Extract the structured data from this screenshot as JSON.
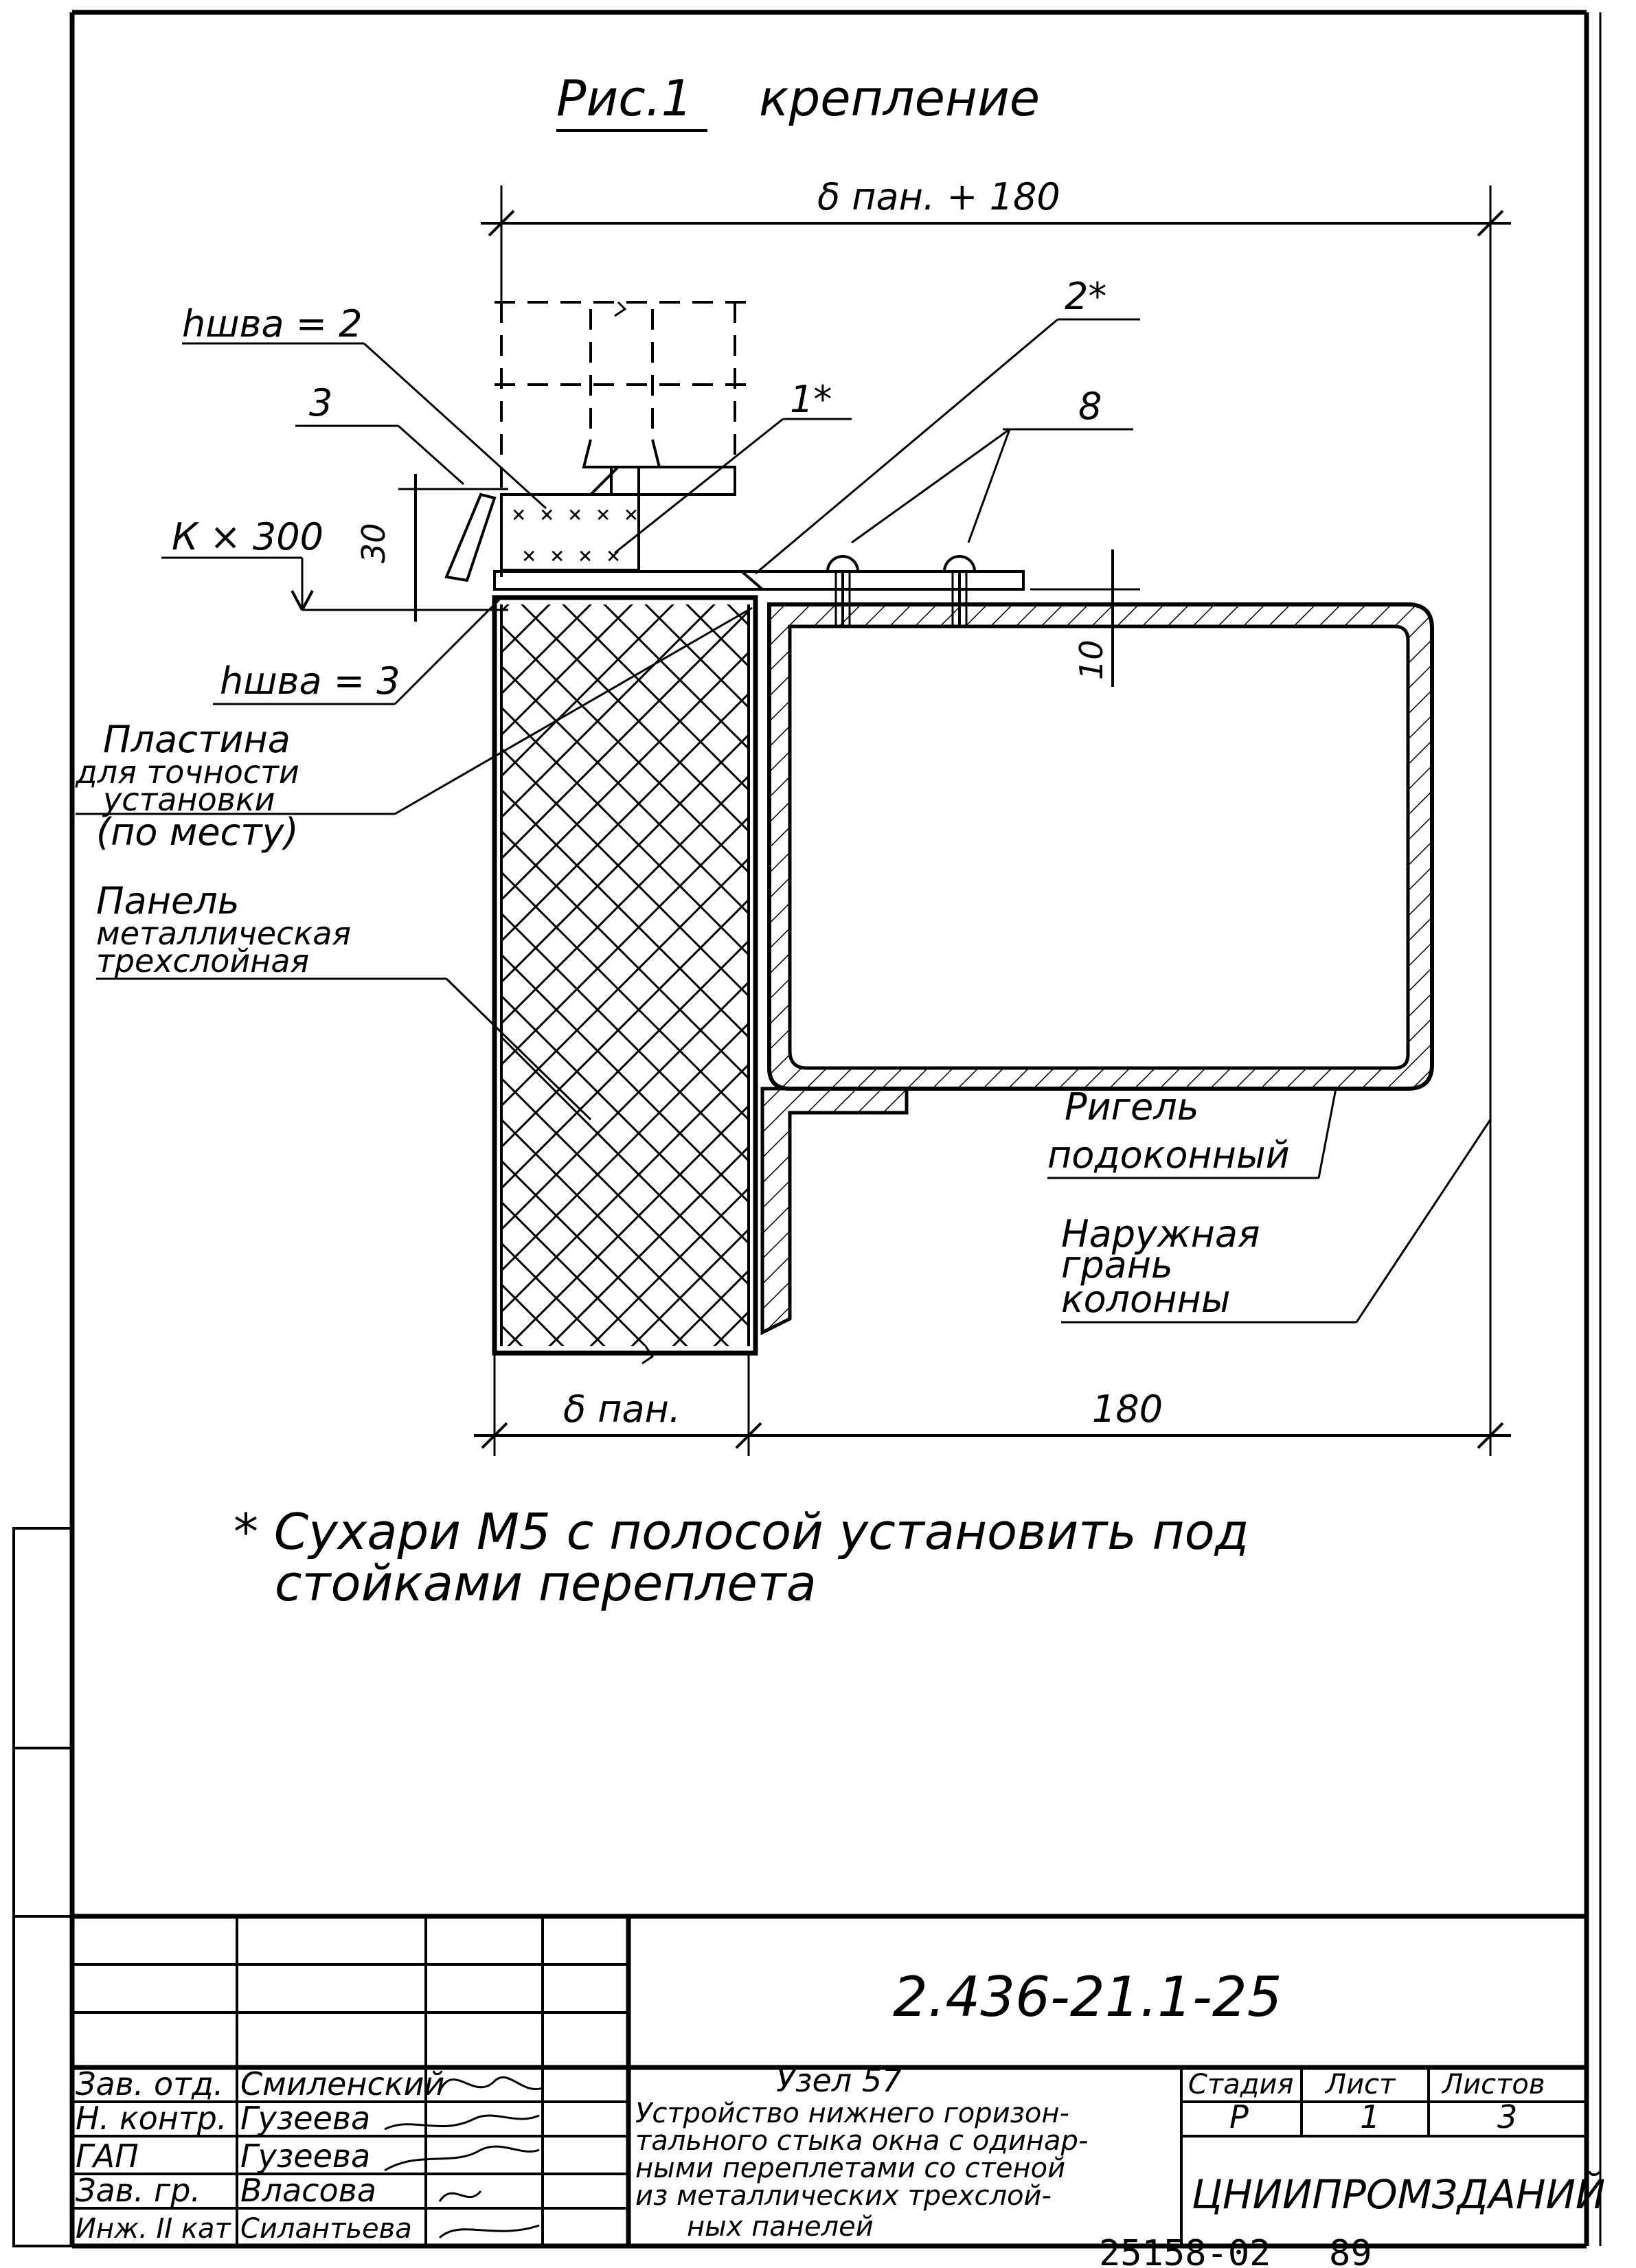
{
  "drawing": {
    "title": "Рис.1",
    "subtitle": "крепление",
    "dims": {
      "top_total": "δ пан. + 180",
      "bottom_panel": "δ пан.",
      "bottom_right": "180",
      "height_30": "30",
      "height_10": "10"
    },
    "labels": {
      "weld_top": "hшва = 2",
      "item_3": "3",
      "item_1": "1*",
      "item_2": "2*",
      "item_8": "8",
      "k300": "К × 300",
      "weld_bottom": "hшва = 3",
      "plate_l1": "Пластина",
      "plate_l2": "для точности",
      "plate_l3": "установки",
      "plate_l4": "(по месту)",
      "panel_l1": "Панель",
      "panel_l2": "металлическая",
      "panel_l3": "трехслойная",
      "rigel_l1": "Ригель",
      "rigel_l2": "подоконный",
      "face_l1": "Наружная",
      "face_l2": "грань",
      "face_l3": "колонны"
    },
    "note_l1": "* Сухари М5   с   полосой   установить   под",
    "note_l2": "стойками     переплета"
  },
  "title_block": {
    "code": "2.436-21.1-25",
    "roles": [
      "Зав. отд.",
      "Н. контр.",
      "ГАП",
      "Зав. гр.",
      "Инж. II кат"
    ],
    "names": [
      "Смиленский",
      "Гузеева",
      "Гузеева",
      "Власова",
      "Силантьева"
    ],
    "node_title": "Узел 57",
    "desc_l1": "Устройство нижнего горизон-",
    "desc_l2": "тального стыка окна с одинар-",
    "desc_l3": "ными переплетами со стеной",
    "desc_l4": "из металлических трехслой-",
    "desc_l5": "ных панелей",
    "stage_header": "Стадия",
    "sheet_header": "Лист",
    "sheets_header": "Листов",
    "stage": "Р",
    "sheet": "1",
    "sheets": "3",
    "org": "ЦНИИПРОМЗДАНИЙ"
  },
  "footer": {
    "number": "25158-02",
    "page": "89"
  }
}
